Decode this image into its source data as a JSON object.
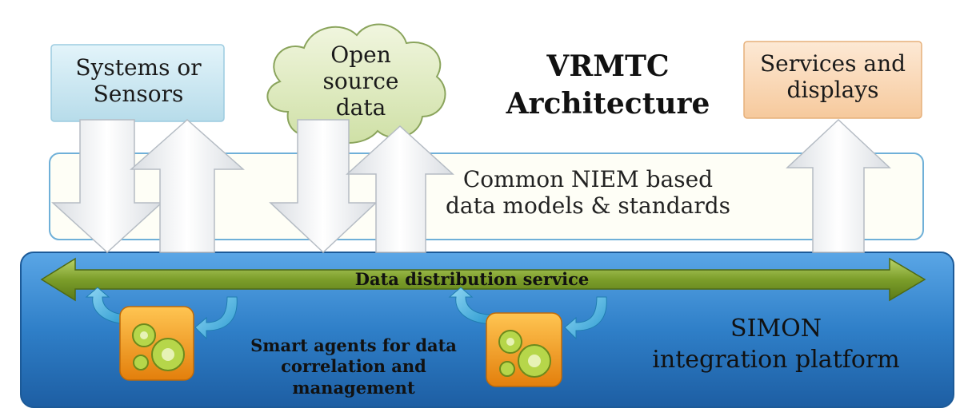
{
  "title": {
    "line1": "VRMTC",
    "line2": "Architecture"
  },
  "nodes": {
    "systems": {
      "line1": "Systems or",
      "line2": "Sensors"
    },
    "open_source": {
      "line1": "Open",
      "line2": "source",
      "line3": "data"
    },
    "services": {
      "line1": "Services and",
      "line2": "displays"
    }
  },
  "layers": {
    "niem": {
      "line1": "Common NIEM based",
      "line2": "data models & standards"
    },
    "data_distribution": "Data distribution service",
    "smart_agents": {
      "line1": "Smart agents for data",
      "line2": "correlation and management"
    },
    "simon": {
      "line1": "SIMON",
      "line2": "integration platform"
    }
  },
  "colors": {
    "systems_box": "#cde9f3",
    "services_box": "#fbdcc0",
    "cloud": "#e3edc4",
    "niem_band": "#fefef4",
    "simon_platform": "#2f7fc8",
    "dds_arrow": "#7c9e2a",
    "agent_icon": "#f39a1b",
    "arrow_fill": "#eef0f3"
  },
  "icons": {
    "agent": "gears-icon",
    "loop": "curved-arrow-icon"
  }
}
